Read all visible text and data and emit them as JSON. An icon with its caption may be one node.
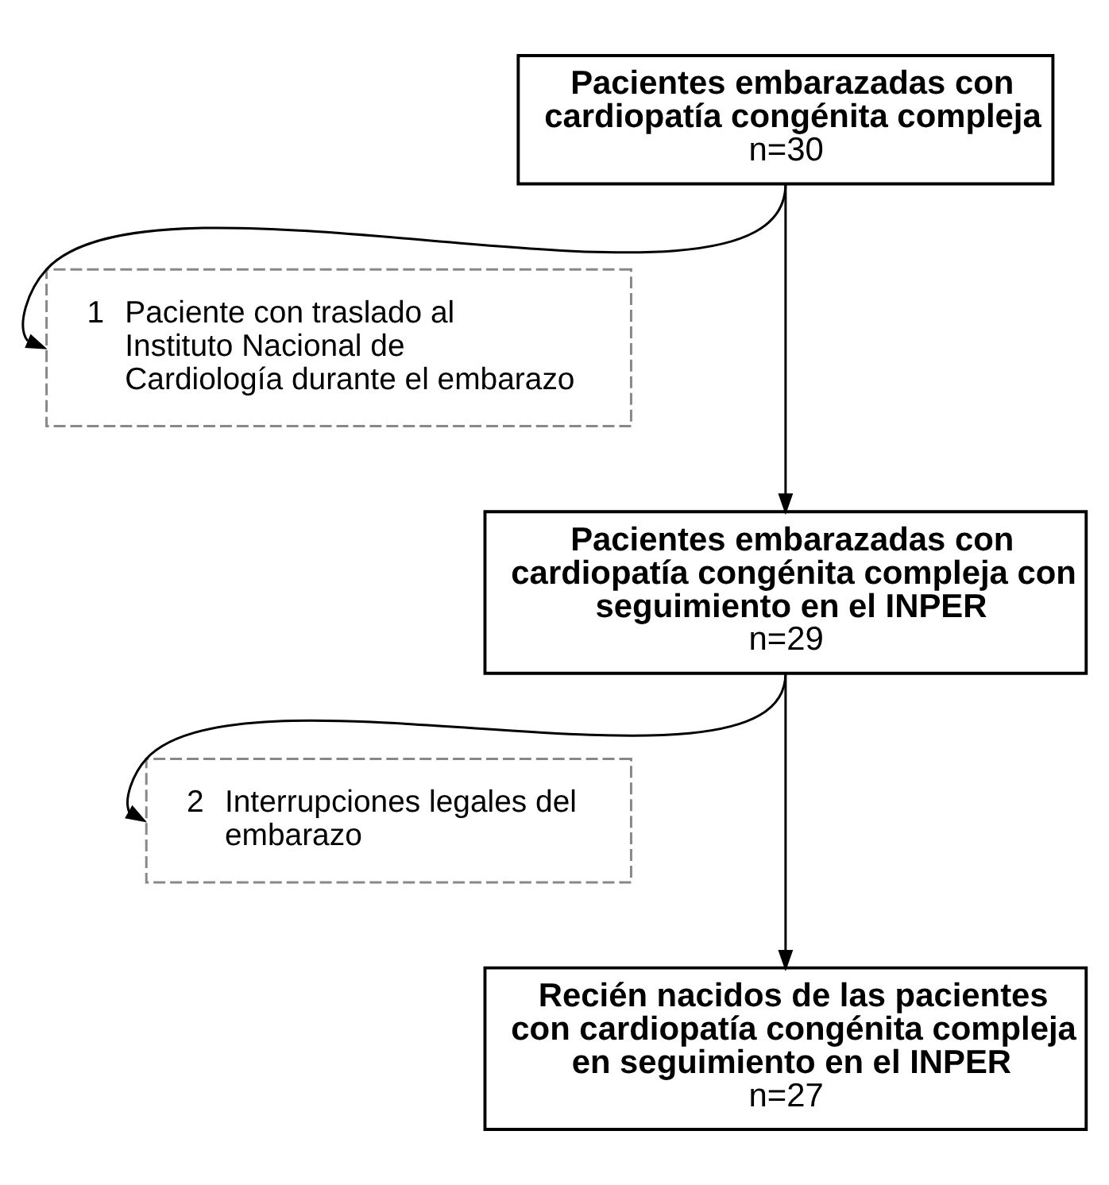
{
  "diagram": {
    "nodes": [
      {
        "text": [
          "Pacientes embarazadas con cardiopatía congénita compleja",
          "n=30"
        ]
      },
      {
        "text": [
          "1",
          "Paciente con traslado al Instituto Nacional de Cardiología durante el embarazo"
        ]
      },
      {
        "text": [
          "Pacientes embarazadas con cardiopatía congénita compleja con seguimiento en el INPER",
          "n=29"
        ]
      },
      {
        "text": [
          "2",
          "Interrupciones legales del embarazo"
        ]
      },
      {
        "text": [
          "Recién nacidos de las pacientes con cardiopatía congénita compleja en seguimiento en el INPER",
          "n=27"
        ]
      }
    ],
    "edges": [
      {
        "from": 0,
        "to": 2,
        "arrow": "to"
      },
      {
        "from": 0,
        "to": 1,
        "arrow": "to"
      },
      {
        "from": 2,
        "to": 4,
        "arrow": "to"
      },
      {
        "from": 2,
        "to": 3,
        "arrow": "to"
      }
    ]
  }
}
